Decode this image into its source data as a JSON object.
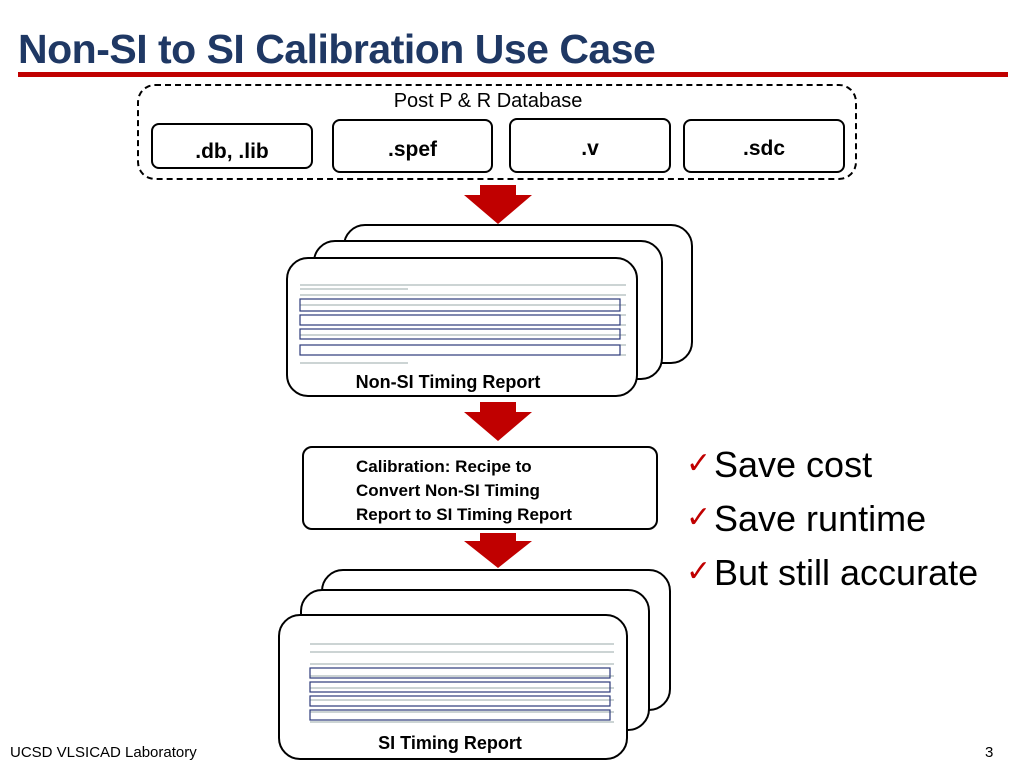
{
  "title": "Non-SI to SI Calibration Use Case",
  "database": {
    "label": "Post P & R Database",
    "files": [
      ".db, .lib",
      ".spef",
      ".v",
      ".sdc"
    ]
  },
  "reports": {
    "non_si_label": "Non-SI Timing Report",
    "si_label": "SI Timing Report"
  },
  "calibration": {
    "lines": [
      "Calibration: Recipe to",
      "Convert Non-SI Timing",
      "Report to SI Timing Report"
    ]
  },
  "benefits": [
    "Save cost",
    "Save runtime",
    "But still accurate"
  ],
  "footer": {
    "lab": "UCSD VLSICAD Laboratory",
    "page": "3"
  },
  "colors": {
    "title": "#1f3864",
    "accent": "#c00000",
    "check": "#c00000"
  }
}
